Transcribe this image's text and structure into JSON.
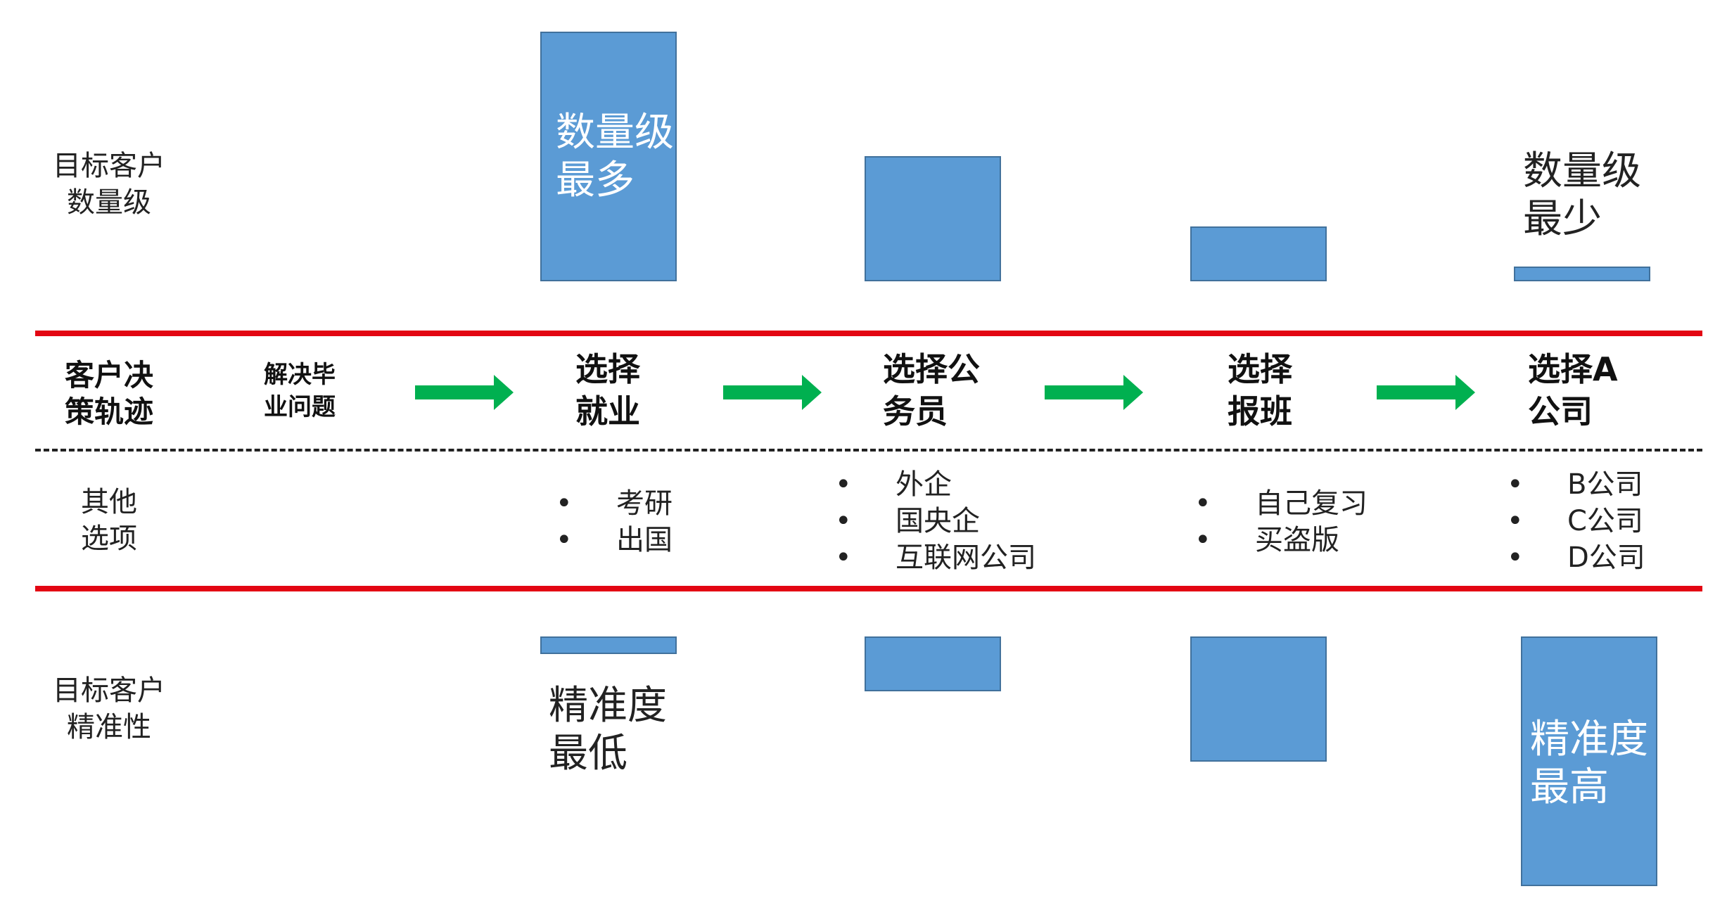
{
  "row_labels": {
    "quantity": [
      "目标客户",
      "数量级"
    ],
    "journey": [
      "客户决",
      "策轨迹"
    ],
    "options": [
      "其他",
      "选项"
    ],
    "precision": [
      "目标客户",
      "精准性"
    ]
  },
  "stages": [
    {
      "lines": [
        "解决毕",
        "业问题"
      ]
    },
    {
      "lines": [
        "选择",
        "就业"
      ]
    },
    {
      "lines": [
        "选择公",
        "务员"
      ]
    },
    {
      "lines": [
        "选择",
        "报班"
      ]
    },
    {
      "lines": [
        "选择A",
        "公司"
      ]
    }
  ],
  "quantity_bars": [
    {
      "stage": "选择就业",
      "level": 1.0,
      "label": [
        "数量级",
        "最多"
      ]
    },
    {
      "stage": "选择公务员",
      "level": 0.5,
      "label": []
    },
    {
      "stage": "选择报班",
      "level": 0.22,
      "label": []
    },
    {
      "stage": "选择A公司",
      "level": 0.06,
      "label": [
        "数量级",
        "最少"
      ]
    }
  ],
  "precision_bars": [
    {
      "stage": "选择就业",
      "level": 0.07,
      "label": [
        "精准度",
        "最低"
      ]
    },
    {
      "stage": "选择公务员",
      "level": 0.22,
      "label": []
    },
    {
      "stage": "选择报班",
      "level": 0.5,
      "label": []
    },
    {
      "stage": "选择A公司",
      "level": 1.0,
      "label": [
        "精准度",
        "最高"
      ]
    }
  ],
  "options": [
    [
      "考研",
      "出国"
    ],
    [
      "外企",
      "国央企",
      "互联网公司"
    ],
    [
      "自己复习",
      "买盗版"
    ],
    [
      "B公司",
      "C公司",
      "D公司"
    ]
  ],
  "bullet": "•",
  "colors": {
    "bar_fill": "#5b9bd5",
    "bar_border": "#41719c",
    "divider_red": "#e30613",
    "arrow_green": "#00b050"
  }
}
